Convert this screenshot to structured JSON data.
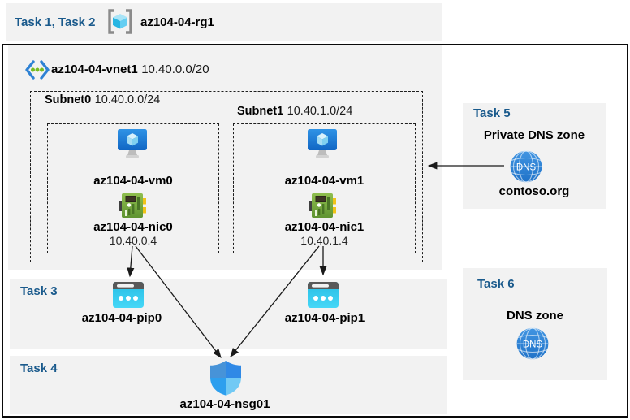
{
  "header": {
    "tasks_label": "Task 1, Task 2",
    "resource_group": "az104-04-rg1"
  },
  "vnet": {
    "name": "az104-04-vnet1",
    "cidr": "10.40.0.0/20"
  },
  "subnets": [
    {
      "name": "Subnet0",
      "cidr": "10.40.0.0/24",
      "vm": "az104-04-vm0",
      "nic": "az104-04-nic0",
      "ip": "10.40.0.4"
    },
    {
      "name": "Subnet1",
      "cidr": "10.40.1.0/24",
      "vm": "az104-04-vm1",
      "nic": "az104-04-nic1",
      "ip": "10.40.1.4"
    }
  ],
  "task3": {
    "label": "Task 3",
    "pip0": "az104-04-pip0",
    "pip1": "az104-04-pip1"
  },
  "task4": {
    "label": "Task 4",
    "nsg": "az104-04-nsg01"
  },
  "task5": {
    "label": "Task 5",
    "title": "Private DNS zone",
    "zone_name": "contoso.org",
    "dns_icon_text": "DNS"
  },
  "task6": {
    "label": "Task 6",
    "title": "DNS zone",
    "dns_icon_text": "DNS"
  },
  "icons": {
    "resource_group": "resource-group-icon",
    "virtual_network": "virtual-network-icon",
    "virtual_machine": "virtual-machine-icon",
    "network_interface": "network-interface-icon",
    "public_ip": "public-ip-icon",
    "nsg": "nsg-shield-icon",
    "dns": "dns-zone-icon"
  },
  "colors": {
    "task_label": "#1a5a8c",
    "panel_gray": "#f2f2f2",
    "arrow": "#1a1a1a",
    "vm_blue": "#1d7fd6",
    "nic_green": "#76a83f",
    "pip_cyan": "#2cc5ea",
    "dns_blue": "#2f86d4"
  }
}
